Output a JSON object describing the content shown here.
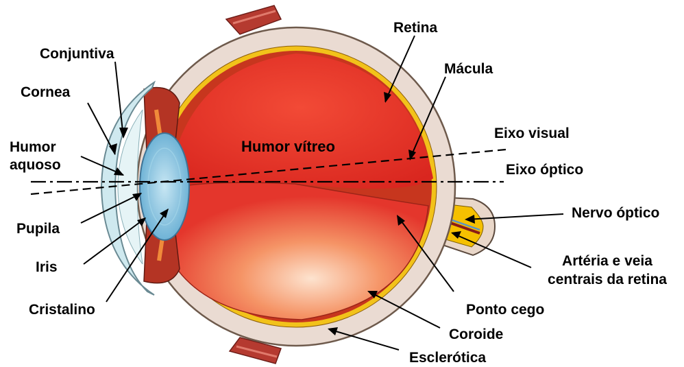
{
  "labels": {
    "conjuntiva": "Conjuntiva",
    "cornea": "Cornea",
    "humor_aquoso_1": "Humor",
    "humor_aquoso_2": "aquoso",
    "pupila": "Pupila",
    "iris": "Iris",
    "cristalino": "Cristalino",
    "retina": "Retina",
    "macula": "Mácula",
    "humor_vitreo": "Humor vítreo",
    "eixo_visual": "Eixo visual",
    "eixo_optico": "Eixo óptico",
    "nervo_optico": "Nervo óptico",
    "arteria_1": "Artéria e veia",
    "arteria_2": "centrais da retina",
    "ponto_cego": "Ponto cego",
    "coroide": "Coroide",
    "esclerotica": "Esclerótica"
  },
  "colors": {
    "vitreous": "#e8322a",
    "vitreous_light": "#f7a47a",
    "sclera": "#eadbd2",
    "retina_band": "#f2c21a",
    "lens": "#8fc3e0",
    "cornea": "#d6eef2",
    "nerve": "#f5c000",
    "muscle": "#b53a30"
  }
}
